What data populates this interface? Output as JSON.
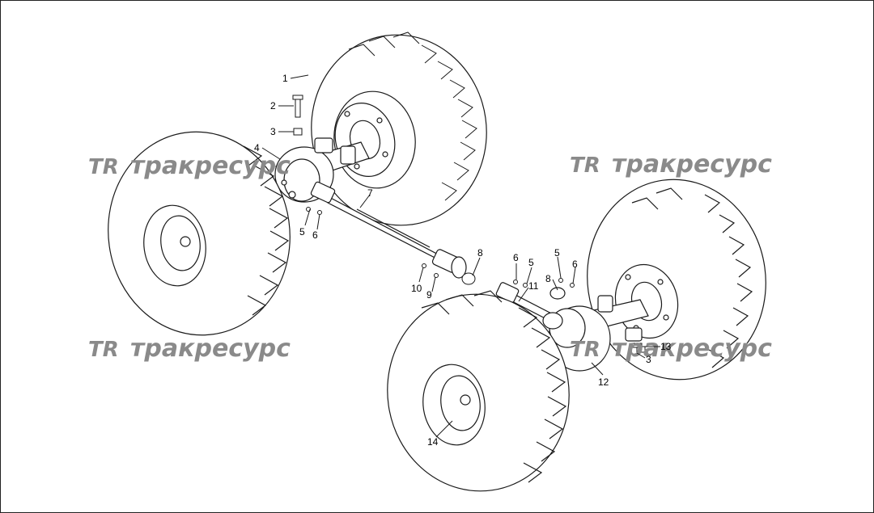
{
  "diagram": {
    "callouts": [
      "1",
      "2",
      "3",
      "4",
      "5",
      "6",
      "7",
      "8",
      "10",
      "9",
      "6",
      "5",
      "5",
      "6",
      "8",
      "11",
      "13",
      "3",
      "12",
      "14"
    ]
  },
  "watermark": {
    "logo_text": "TR",
    "text": "тракресурс",
    "color": "#8a8a8a"
  },
  "colors": {
    "line": "#1a1a1a",
    "background": "#ffffff"
  }
}
